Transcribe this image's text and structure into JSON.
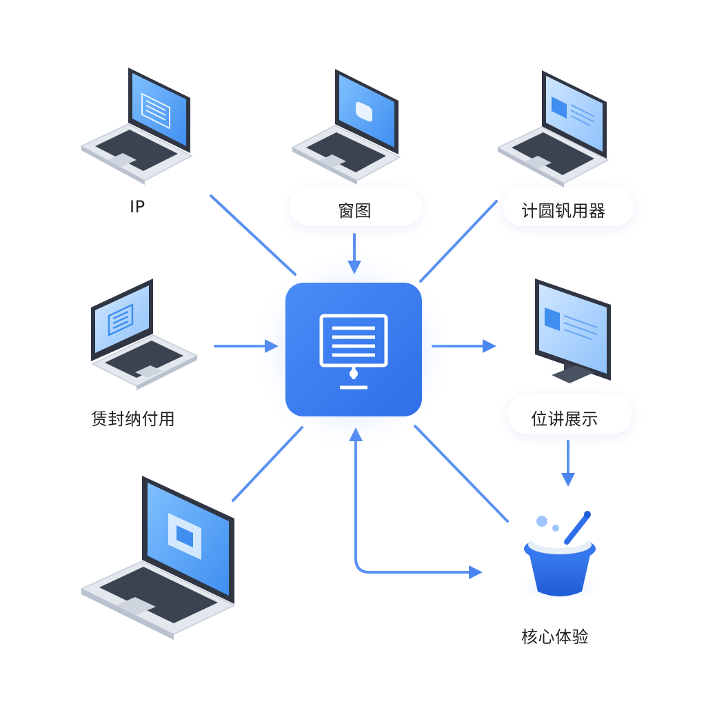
{
  "nodes": {
    "top_left": {
      "label": "IP"
    },
    "top_center": {
      "label": "窗图"
    },
    "top_right": {
      "label": "计圆钒用器"
    },
    "middle_left": {
      "label": "赁封纳付用"
    },
    "middle_right": {
      "label": "位讲展示"
    },
    "bottom_right": {
      "label": "核心体验"
    }
  },
  "colors": {
    "accent": "#3b7cf0",
    "arrow": "#4a86f0",
    "hub": "#3a7bf0",
    "screen": "#4d9cf7",
    "laptop_body": "#e3e7ee",
    "bezel": "#2f3542"
  },
  "icons": {
    "hub": "monitor-icon",
    "bucket": "paint-bucket-icon"
  }
}
